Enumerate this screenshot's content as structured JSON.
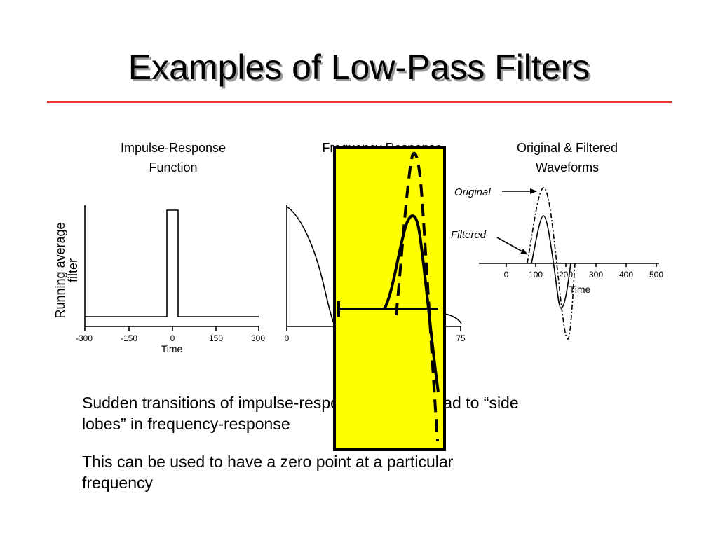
{
  "slide": {
    "title": "Examples of Low-Pass Filters",
    "title_rule_color": "#e8312b",
    "overlay_color": "#ffff00"
  },
  "panels": {
    "impulse": {
      "caption_line1": "Impulse-Response",
      "caption_line2": "Function",
      "ylabel_line1": "Running average",
      "ylabel_line2": "filter",
      "xlabel": "Time",
      "ticks": [
        "-300",
        "-150",
        "0",
        "150",
        "300"
      ]
    },
    "frequency": {
      "caption": "Frequency Response",
      "ticks": [
        "0",
        "75"
      ]
    },
    "waveforms": {
      "caption_line1": "Original & Filtered",
      "caption_line2": "Waveforms",
      "label_original": "Original",
      "label_filtered": "Filtered",
      "xlabel": "Time",
      "ticks": [
        "0",
        "100",
        "200",
        "300",
        "400",
        "500"
      ]
    }
  },
  "body": {
    "para1_line1": "Sudden transitions of impulse-response function lead to “side",
    "para1_line2": "lobes” in frequency-response",
    "para2_line1": "This can be used to have a zero point at a particular",
    "para2_line2": "frequency"
  }
}
